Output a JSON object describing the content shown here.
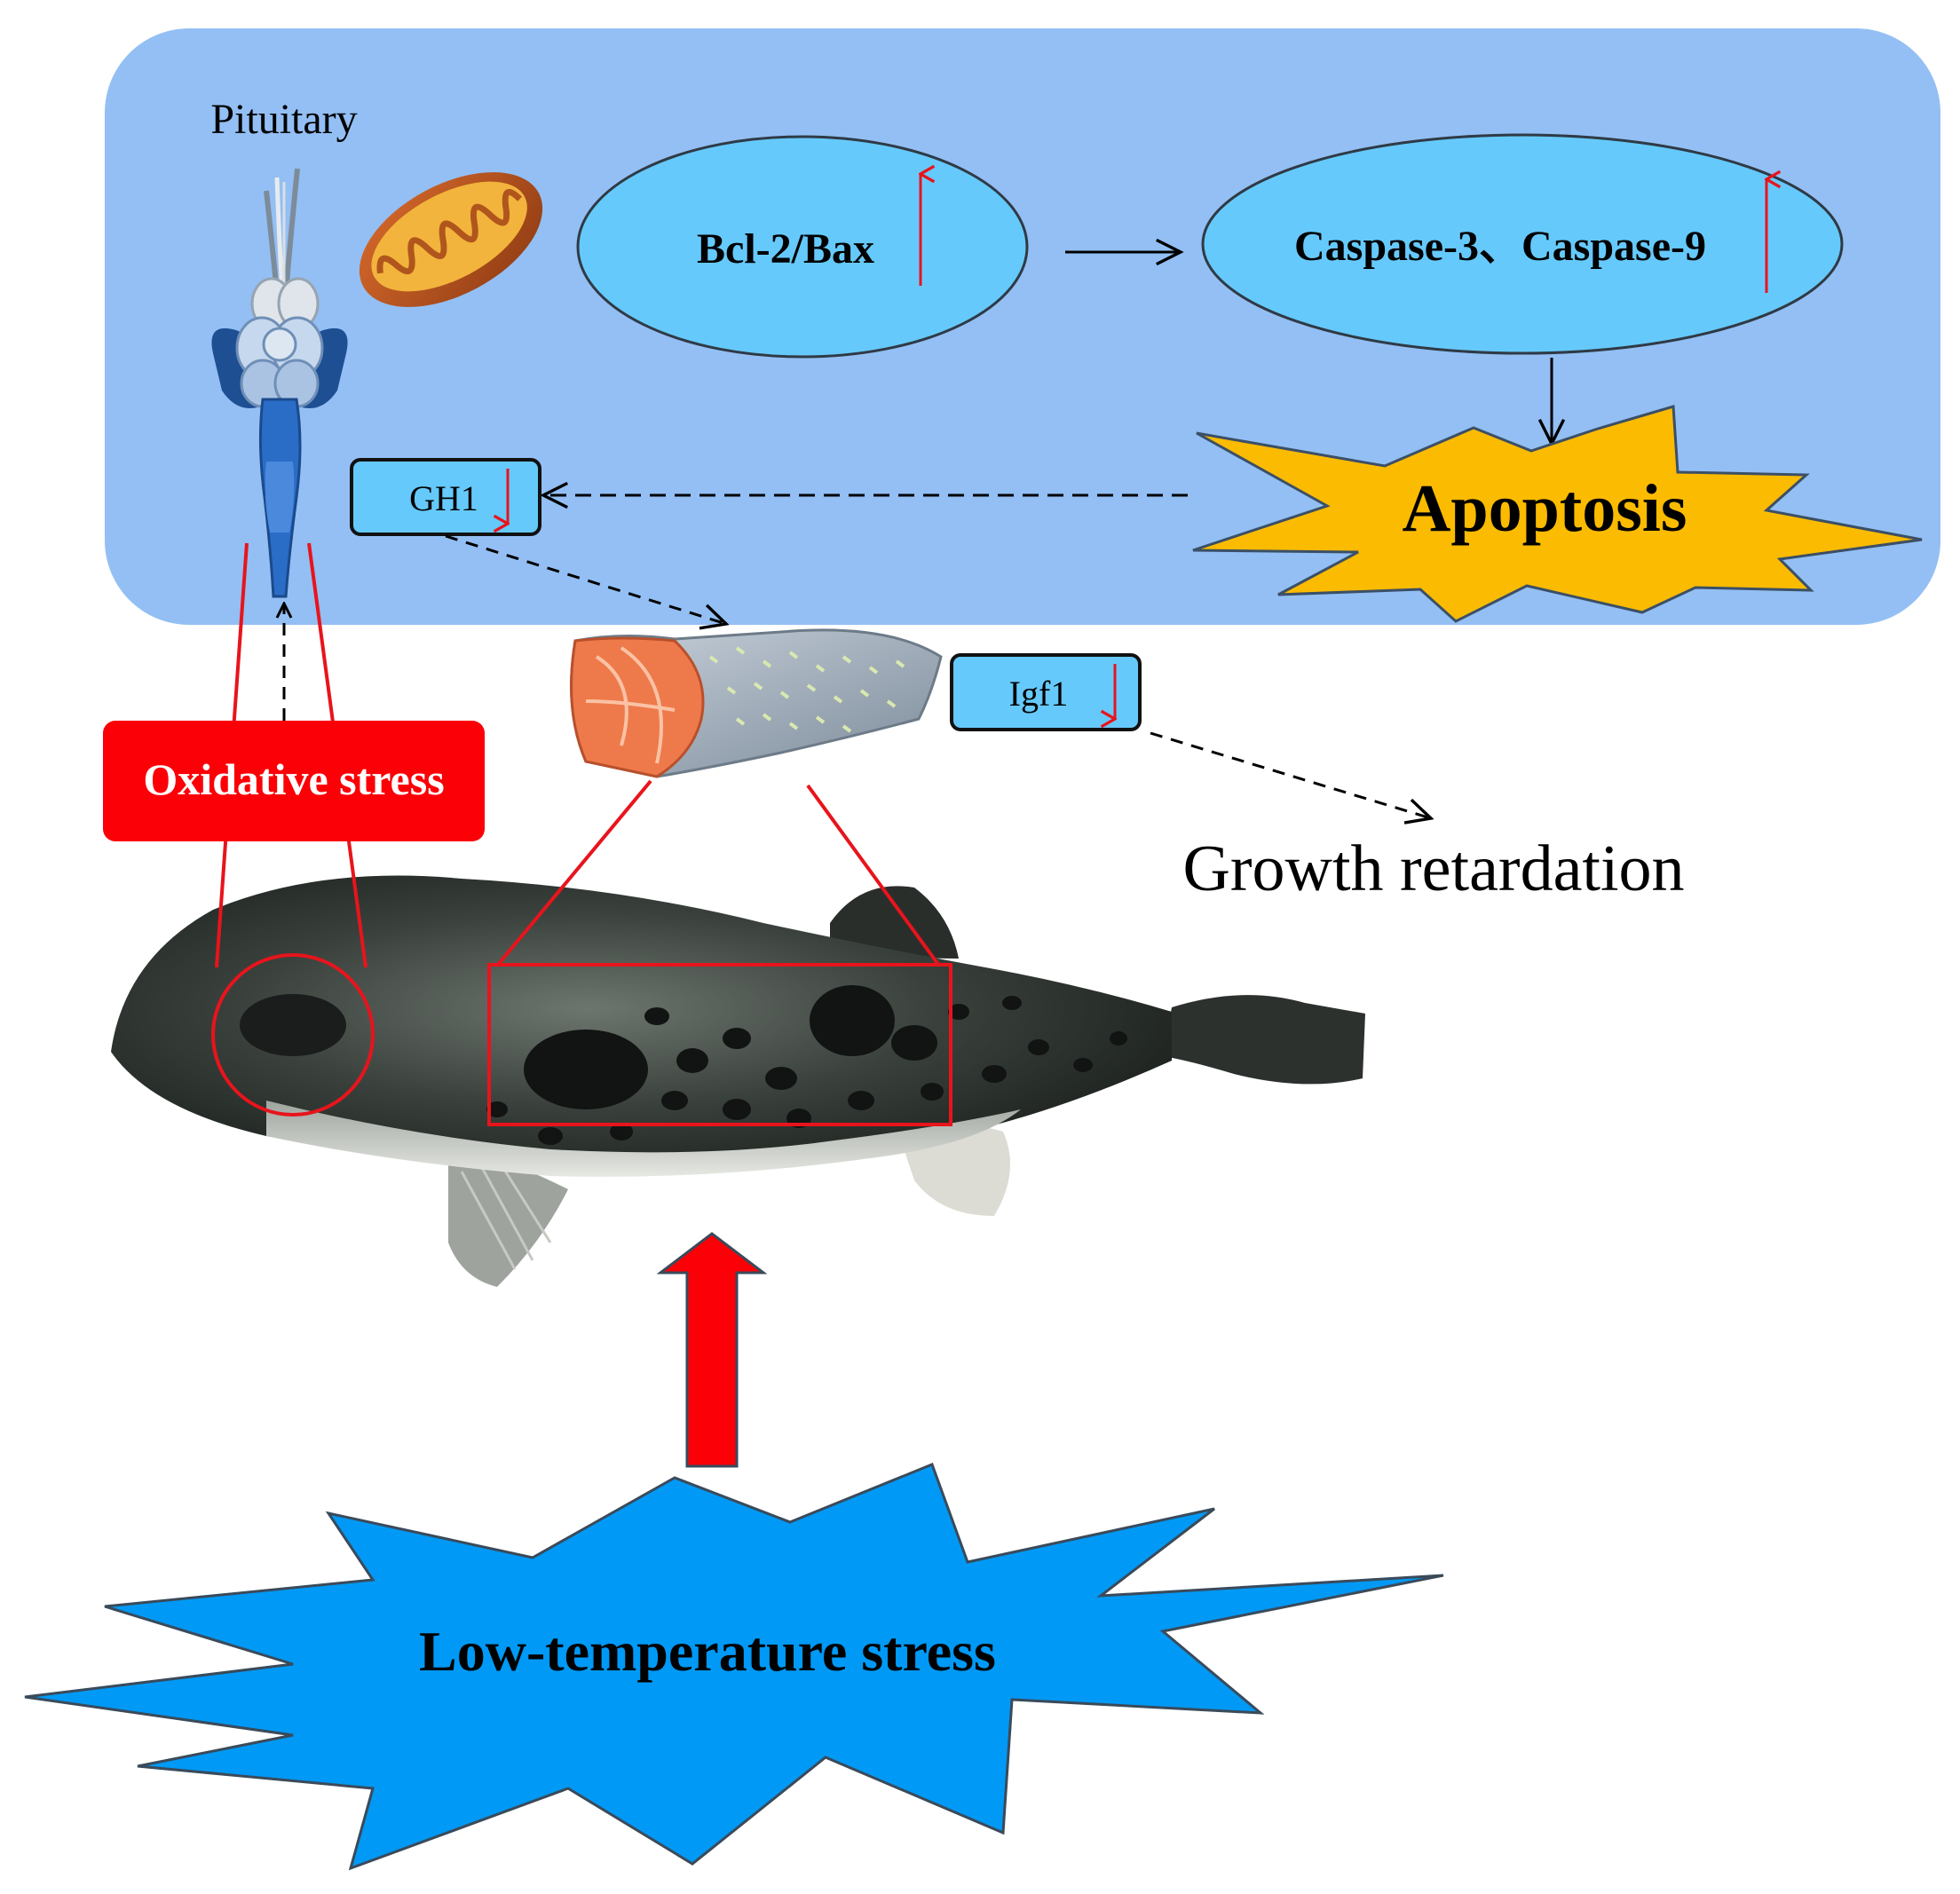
{
  "labels": {
    "pituitary": "Pituitary",
    "bcl_bax": "Bcl-2/Bax",
    "caspase": "Caspase-3、Caspase-9",
    "apoptosis": "Apoptosis",
    "gh1": "GH1",
    "igf1": "Igf1",
    "oxidative_stress": "Oxidative stress",
    "growth_retardation": "Growth retardation",
    "low_temperature_stress": "Low-temperature stress"
  },
  "colors": {
    "panel_fill": "#93bff4",
    "ellipse_fill": "#66c9fb",
    "box_fill": "#66c9fb",
    "apoptosis_star": "#fbbb00",
    "cold_star": "#0099f5",
    "oxidative_box": "#fb0007",
    "up_down_arrow": "#e8141c",
    "highlight_outline": "#e8141c"
  },
  "icons": {
    "pituitary": "pituitary-brain-icon",
    "mitochondrion": "mitochondrion-icon",
    "muscle": "muscle-tissue-icon",
    "fish": "pufferfish-photo"
  }
}
